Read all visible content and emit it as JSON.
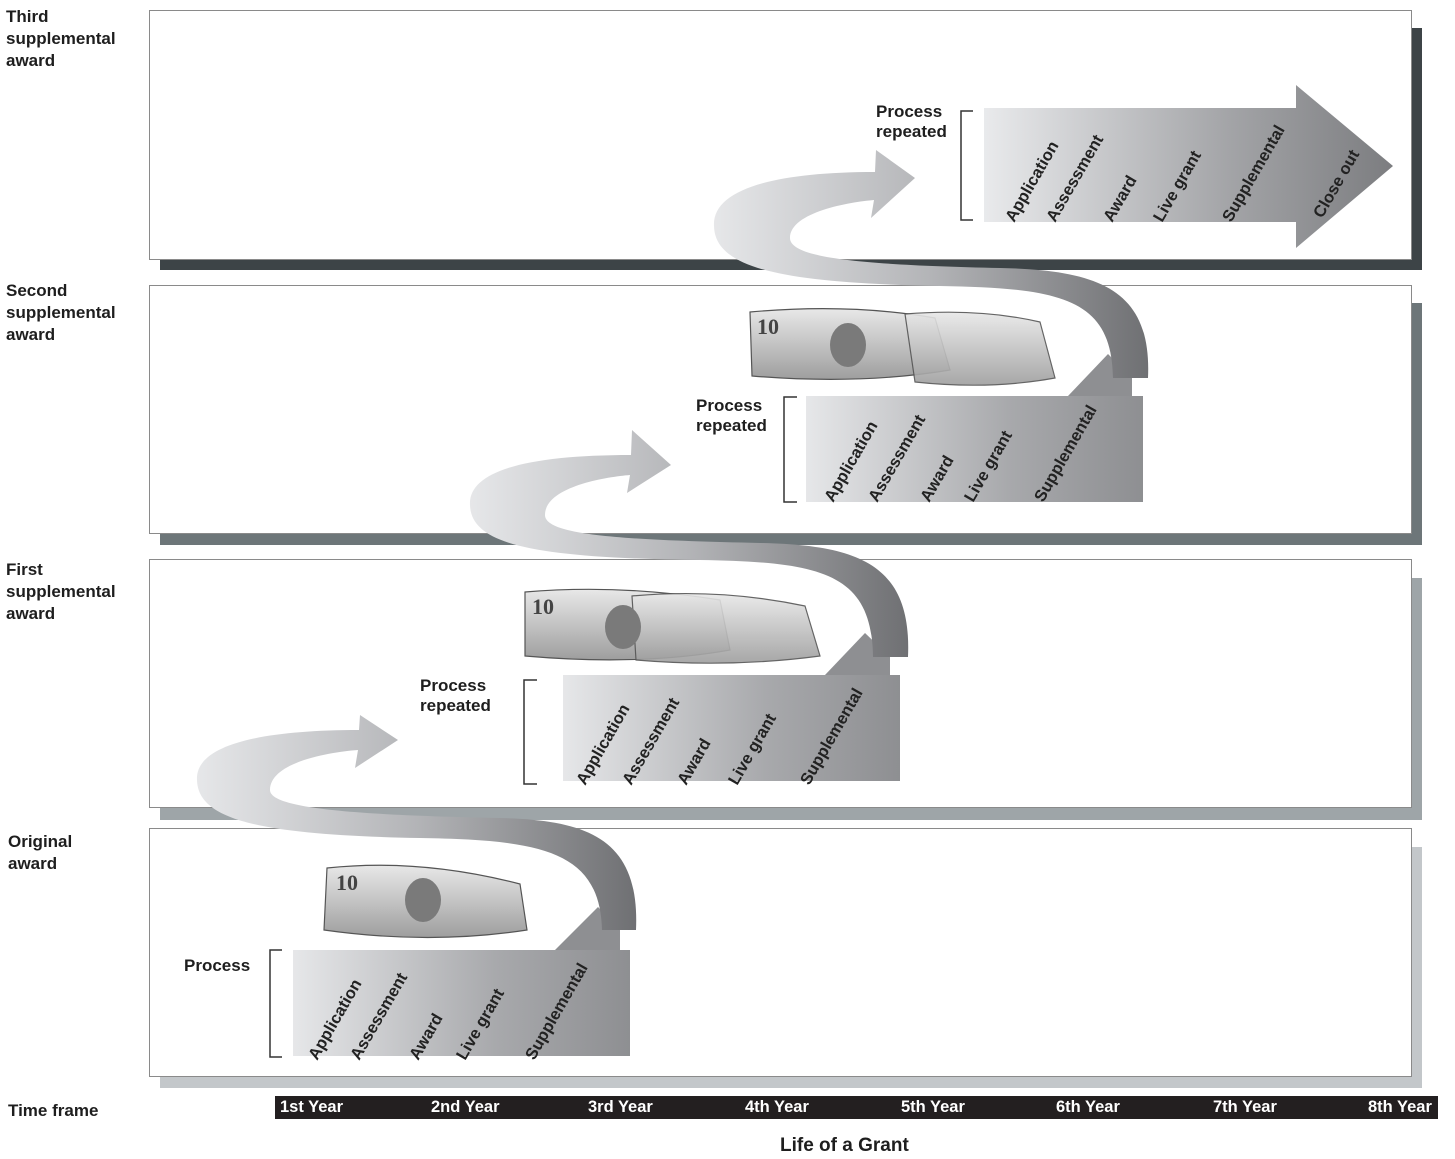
{
  "rows": [
    {
      "label": "Third\nsupplemental\naward"
    },
    {
      "label": "Second\nsupplemental\naward"
    },
    {
      "label": "First\nsupplemental\naward"
    },
    {
      "label": "Original\naward"
    }
  ],
  "process_labels": {
    "original": "Process",
    "first": "Process\nrepeated",
    "second": "Process\nrepeated",
    "third": "Process\nrepeated"
  },
  "steps": {
    "application": "Application",
    "assessment": "Assessment",
    "award": "Award",
    "live_grant": "Live grant",
    "supplemental": "Supplemental",
    "close_out": "Close out"
  },
  "timeline": {
    "label": "Time frame",
    "years": [
      "1st Year",
      "2nd Year",
      "3rd Year",
      "4th Year",
      "5th Year",
      "6th Year",
      "7th Year",
      "8th Year"
    ],
    "title": "Life of a Grant"
  },
  "colors": {
    "shadow_third": "#3d4447",
    "shadow_second": "#6d7679",
    "shadow_first": "#9ea5a8",
    "shadow_original": "#c3c7ca",
    "timebar": "#231f20"
  },
  "icons": [
    "ten-dollar-bill-icon"
  ]
}
